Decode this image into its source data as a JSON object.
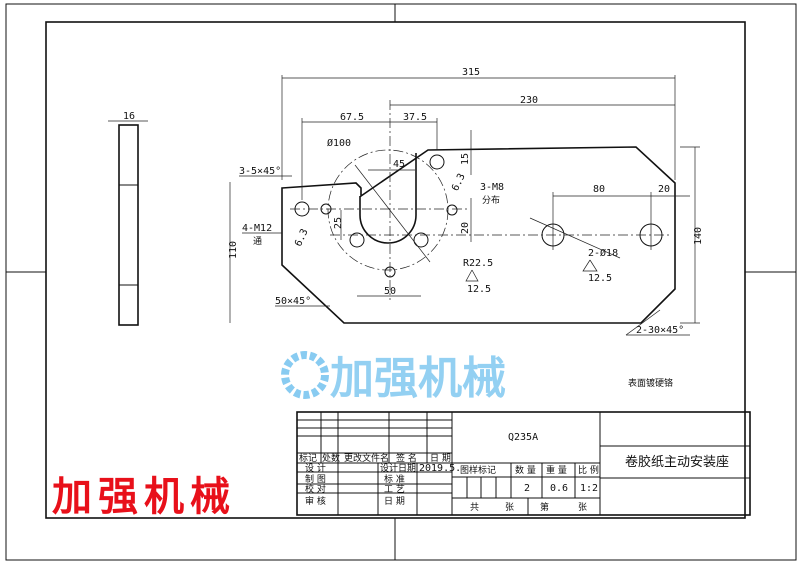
{
  "drawing": {
    "dims": {
      "d315": "315",
      "d230": "230",
      "d67_5": "67.5",
      "d37_5": "37.5",
      "d100": "Ø100",
      "d45": "45",
      "d15": "15",
      "d6_3a": "6.3",
      "m8": "3-M8",
      "m8_note": "分布",
      "d80": "80",
      "d20a": "20",
      "d140": "140",
      "chamfer_3_5": "3-5×45°",
      "m12": "4-M12",
      "m12_note": "通",
      "d6_3b": "6.3",
      "d110": "110",
      "d25": "25",
      "d20b": "20",
      "r22_5": "R22.5",
      "d12_5a": "12.5",
      "d50": "50",
      "chamfer_50": "50×45°",
      "hole18": "2-Ø18",
      "d12_5b": "12.5",
      "chamfer_30": "2-30×45°",
      "d16": "16"
    },
    "surface_note": "表面镀硬铬"
  },
  "title_block": {
    "material": "Q235A",
    "part_name": "卷胶纸主动安装座",
    "rev_headers": [
      "标记",
      "处数",
      "更改文件名",
      "签 名",
      "日 期"
    ],
    "roles": [
      "设 计",
      "制 图",
      "校 对",
      "审 核"
    ],
    "mid_labels": [
      "设计日期",
      "标 准",
      "工 艺",
      "日 期"
    ],
    "design_date": "2019.5.",
    "info_headers": [
      "图样标记",
      "数 量",
      "重 量",
      "比 例"
    ],
    "quantity": "2",
    "weight": "0.6",
    "scale": "1:2",
    "sheet_total": "共",
    "sheet_unit1": "张",
    "sheet_no": "第",
    "sheet_unit2": "张"
  },
  "watermark": "加强机械",
  "brand_overlay": "加强机械"
}
